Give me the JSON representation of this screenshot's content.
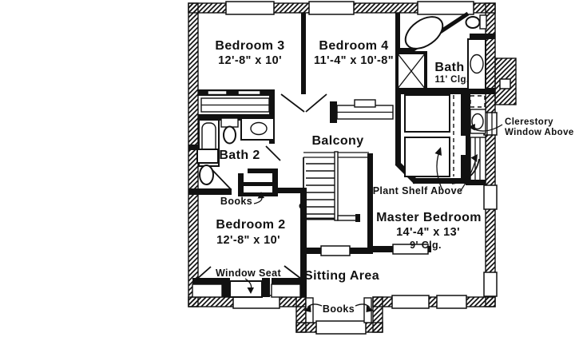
{
  "colors": {
    "ink": "#111111",
    "paper": "#ffffff"
  },
  "rooms": {
    "bedroom3": {
      "name": "Bedroom 3",
      "dims": "12'-8\" x 10'"
    },
    "bedroom4": {
      "name": "Bedroom 4",
      "dims": "11'-4\" x 10'-8\""
    },
    "bath": {
      "name": "Bath",
      "ceiling": "11' Clg."
    },
    "bath2": {
      "name": "Bath 2"
    },
    "balcony": {
      "name": "Balcony"
    },
    "bedroom2": {
      "name": "Bedroom 2",
      "dims": "12'-8\" x 10'"
    },
    "master_bedroom": {
      "name": "Master Bedroom",
      "dims": "14'-4\" x 13'",
      "ceiling": "9' Clg."
    },
    "sitting_area": {
      "name": "Sitting Area"
    }
  },
  "annotations": {
    "window_seat": "Window Seat",
    "books_hall": "Books",
    "books_bay": "Books",
    "plant_shelf": "Plant Shelf Above",
    "clerestory_line1": "Clerestory",
    "clerestory_line2": "Window Above"
  }
}
